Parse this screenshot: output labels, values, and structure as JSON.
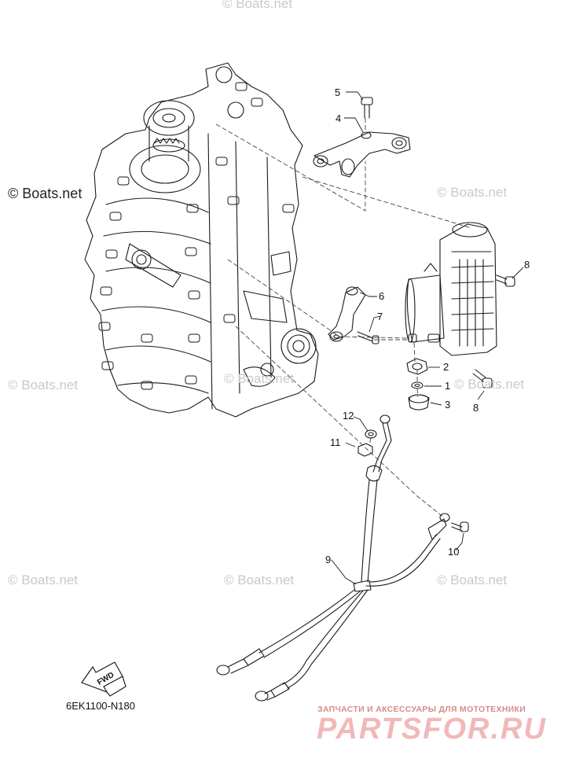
{
  "diagram": {
    "part_code": "6EK1100-N180",
    "fwd_label": "FWD",
    "callouts": [
      "1",
      "2",
      "3",
      "4",
      "5",
      "6",
      "7",
      "8",
      "8",
      "9",
      "10",
      "11",
      "12"
    ]
  },
  "watermarks": {
    "boats": "© Boats.net",
    "brand_small": "ЗАПЧАСТИ И АКСЕССУАРЫ ДЛЯ МОТОТЕХНИКИ",
    "brand_large": "PARTSFOR.RU"
  },
  "colors": {
    "line": "#1a1a1a",
    "dash": "#444444",
    "watermark": "#c9c9c9",
    "brand": "#f2b8b8"
  }
}
